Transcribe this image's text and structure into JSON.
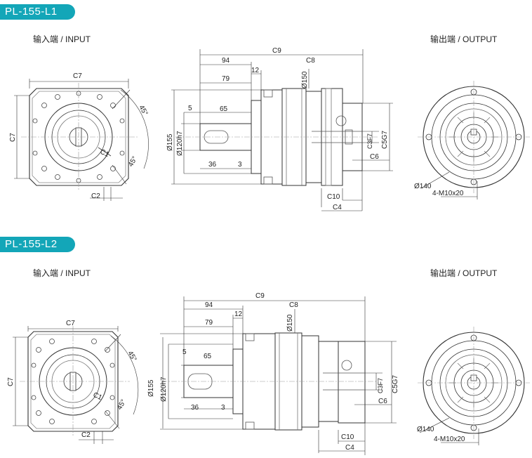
{
  "sections": [
    {
      "model": "PL-155-L1",
      "input_label": "输入端 / INPUT",
      "output_label": "输出端 / OUTPUT",
      "dims": {
        "c9": "C9",
        "d94": "94",
        "c8": "C8",
        "d12": "12",
        "d79": "79",
        "d5": "5",
        "d65": "65",
        "d36": "36",
        "d3": "3",
        "d155": "Ø155",
        "d120": "Ø120h7",
        "d150": "Ø150",
        "c7_top": "C7",
        "c7_side": "C7",
        "c2": "C2",
        "c1": "C1",
        "a45a": "45°",
        "a45b": "45°",
        "c3": "C3F7",
        "c5": "C5G7",
        "c6": "C6",
        "c10": "C10",
        "c4": "C4",
        "d140": "Ø140",
        "m10": "4-M10x20"
      }
    },
    {
      "model": "PL-155-L2",
      "input_label": "输入端 / INPUT",
      "output_label": "输出端 / OUTPUT",
      "dims": {
        "c9": "C9",
        "d94": "94",
        "c8": "C8",
        "d12": "12",
        "d79": "79",
        "d5": "5",
        "d65": "65",
        "d36": "36",
        "d3": "3",
        "d155": "Ø155",
        "d120": "Ø120h7",
        "d150": "Ø150",
        "c7_top": "C7",
        "c7_side": "C7",
        "c2": "C2",
        "c1": "C1",
        "a45a": "45°",
        "a45b": "45°",
        "c3": "C3F7",
        "c5": "C5G7",
        "c6": "C6",
        "c10": "C10",
        "c4": "C4",
        "d140": "Ø140",
        "m10": "4-M10x20"
      }
    }
  ]
}
